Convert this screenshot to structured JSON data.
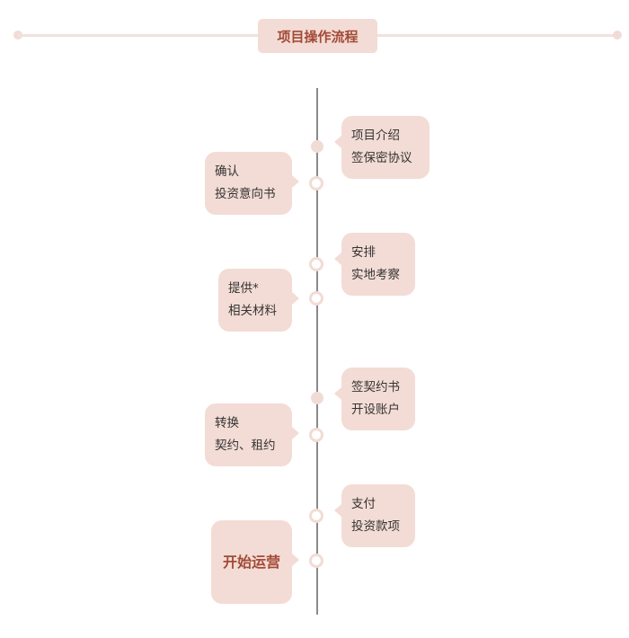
{
  "header": {
    "title": "项目操作流程"
  },
  "steps": [
    {
      "side": "right",
      "lines": [
        "项目介绍",
        "签保密协议"
      ]
    },
    {
      "side": "left",
      "lines": [
        "确认",
        "投资意向书"
      ]
    },
    {
      "side": "right",
      "lines": [
        "安排",
        "实地考察"
      ]
    },
    {
      "side": "left",
      "lines": [
        "提供*",
        "相关材料"
      ]
    },
    {
      "side": "right",
      "lines": [
        "签契约书",
        "开设账户"
      ]
    },
    {
      "side": "left",
      "lines": [
        "转换",
        "契约、租约"
      ]
    },
    {
      "side": "right",
      "lines": [
        "支付",
        "投资款项"
      ]
    },
    {
      "side": "left",
      "lines": [
        "开始运营"
      ]
    }
  ]
}
